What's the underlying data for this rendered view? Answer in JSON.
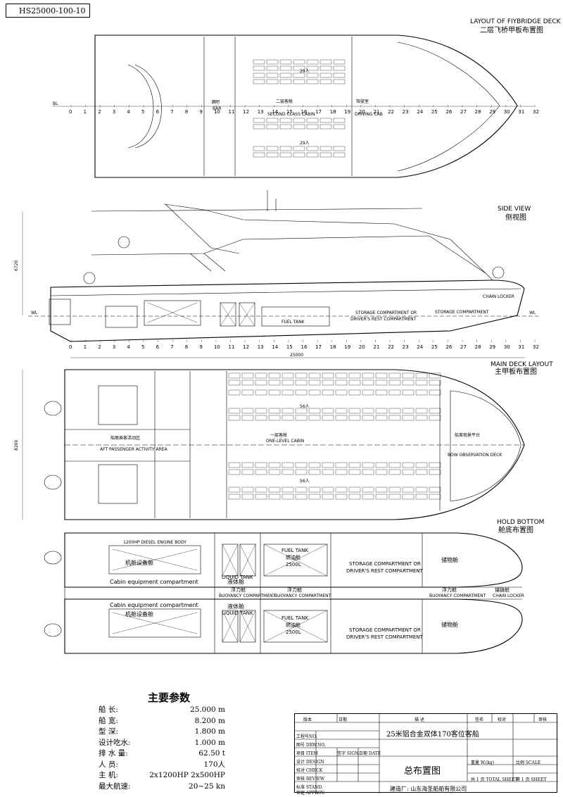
{
  "drawing_no": "HS25000-100-10",
  "views": {
    "flybridge": {
      "title_en": "LAYOUT OF FIYBRIDGE DECK",
      "title_cn": "二层飞桥甲板布置图",
      "labels": {
        "bar": "酒吧",
        "bar_en": "BAR",
        "second_cabin_cn": "二层客舱",
        "second_cabin_en": "SECOND CLASS CABIN",
        "driving_cn": "驾驶室",
        "driving_en": "DRIVING CAB",
        "pax_top": "29人",
        "pax_bottom": "29人",
        "bl": "BL"
      }
    },
    "side": {
      "title_en": "SIDE VIEW",
      "title_cn": "侧视图",
      "labels": {
        "height": "6720",
        "length": "25000",
        "wl_left": "WL",
        "wl_right": "WL",
        "fuel": "FUEL TANK",
        "storage1": "STORAGE COMPARTMENT OR",
        "storage2": "DRIVER'S REST COMPARTMENT",
        "storage_bow": "STORAGE COMPARTMENT",
        "chain": "CHAIN LOCKER"
      }
    },
    "main": {
      "title_en": "MAIN DECK LAYOUT",
      "title_cn": "主甲板布置图",
      "labels": {
        "width": "8200",
        "aft_cn": "船尾乘客活动区",
        "aft_en": "AFT PASSENGER ACTIVITY AREA",
        "cabin_cn": "一层客舱",
        "cabin_en": "ONE-LEVEL CABIN",
        "bow_cn": "船首观景平台",
        "bow_en": "BOW OBSERVATION DECK",
        "pax_top": "56人",
        "pax_bottom": "56人"
      }
    },
    "hold": {
      "title_en": "HOLD BOTTOM",
      "title_cn": "舱底布置图",
      "labels": {
        "engine_cn": "机舱设备舱",
        "engine_en": "Cabin equipment compartment",
        "liquid_cn": "液体舱",
        "liquid_en": "LIQUID TANK",
        "fuel_en": "FUEL TANK",
        "fuel_cn": "燃油舱",
        "fuel_vol": "2500L",
        "storage1": "STORAGE COMPARTMENT OR",
        "storage2": "DRIVER'S REST COMPARTMENT",
        "storage_cn": "储物舱",
        "buoy_cn": "浮力舱",
        "buoy_en": "BUOYANCY COMPARTMENT",
        "chain_cn": "锚链舱",
        "chain_en": "CHAIN LOCKER",
        "engine_note": "1200HP DIESEL ENGINE BODY"
      }
    }
  },
  "frames": [
    "0",
    "1",
    "2",
    "3",
    "4",
    "5",
    "6",
    "7",
    "8",
    "9",
    "10",
    "11",
    "12",
    "13",
    "14",
    "15",
    "16",
    "17",
    "18",
    "19",
    "20",
    "21",
    "22",
    "23",
    "24",
    "25",
    "26",
    "27",
    "28",
    "29",
    "30",
    "31",
    "32"
  ],
  "params": {
    "title": "主要参数",
    "rows": [
      {
        "k": "船 长:",
        "v": "25.000 m"
      },
      {
        "k": "船 宽:",
        "v": "8.200 m"
      },
      {
        "k": "型 深:",
        "v": "1.800 m"
      },
      {
        "k": "设计吃水:",
        "v": "1.000 m"
      },
      {
        "k": "排 水 量:",
        "v": "62.50 t"
      },
      {
        "k": "人 员:",
        "v": "170人"
      },
      {
        "k": "主 机:",
        "v": "2x1200HP 2x500HP"
      },
      {
        "k": "最大航速:",
        "v": "20~25 kn"
      }
    ]
  },
  "title_block": {
    "h_version": "版本",
    "h_date": "日期",
    "h_desc": "描 述",
    "h_sign": "签名",
    "h_design": "校对",
    "h_review": "审核",
    "project_no": "工程号NO.",
    "drawing_no": "图号 DRW.NO.",
    "item": "项目 ITEM",
    "design": "设计 DESIGN",
    "check": "校对 CHECK",
    "review": "审核 REVIEW",
    "stand": "标准 STAND.",
    "approv": "审定 APPROV.",
    "sign": "签字 SIGN.",
    "date": "日期 DATE",
    "ship_name": "25米铝合金双体170客位客船",
    "drawing_name": "总布置图",
    "weight": "重量 W.(kg)",
    "scale": "比例 SCALE",
    "total_sheet": "共 1 页 TOTAL SHEET",
    "sheet": "第 1 页 SHEET",
    "builder": "建造厂: 山东海圣船舶有限公司"
  }
}
